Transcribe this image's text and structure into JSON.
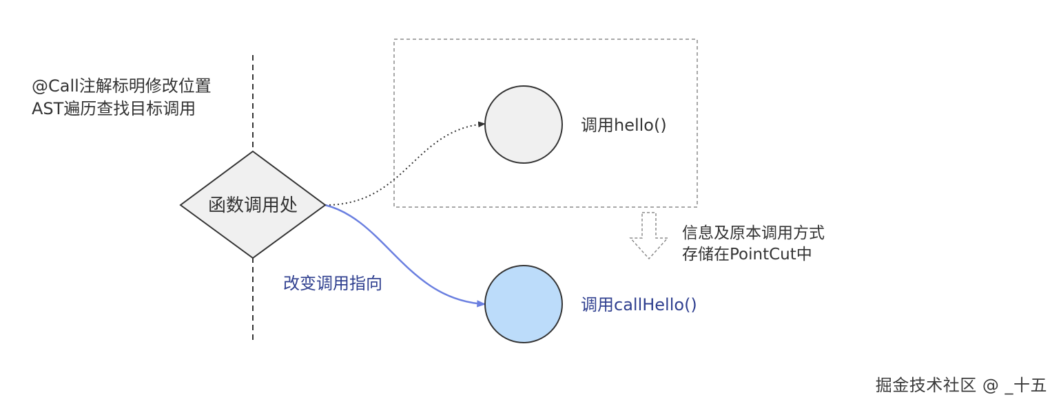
{
  "colors": {
    "text_dark": "#333333",
    "text_blue": "#2f3f8f",
    "node_gray_fill": "#f0f0f0",
    "node_blue_fill": "#bcdcfa",
    "stroke_dark": "#333333",
    "stroke_gray": "#8a8a8a",
    "edge_blue": "#6a7fe0"
  },
  "annotation": {
    "line1": "@Call注解标明修改位置",
    "line2": "AST遍历查找目标调用"
  },
  "decision": {
    "label": "函数调用处"
  },
  "original_call": {
    "label": "调用hello()"
  },
  "new_call": {
    "label": "调用callHello()"
  },
  "redirect_edge": {
    "label": "改变调用指向"
  },
  "store_note": {
    "line1": "信息及原本调用方式",
    "line2": "存储在PointCut中"
  },
  "watermark": "掘金技术社区 @ _十五"
}
